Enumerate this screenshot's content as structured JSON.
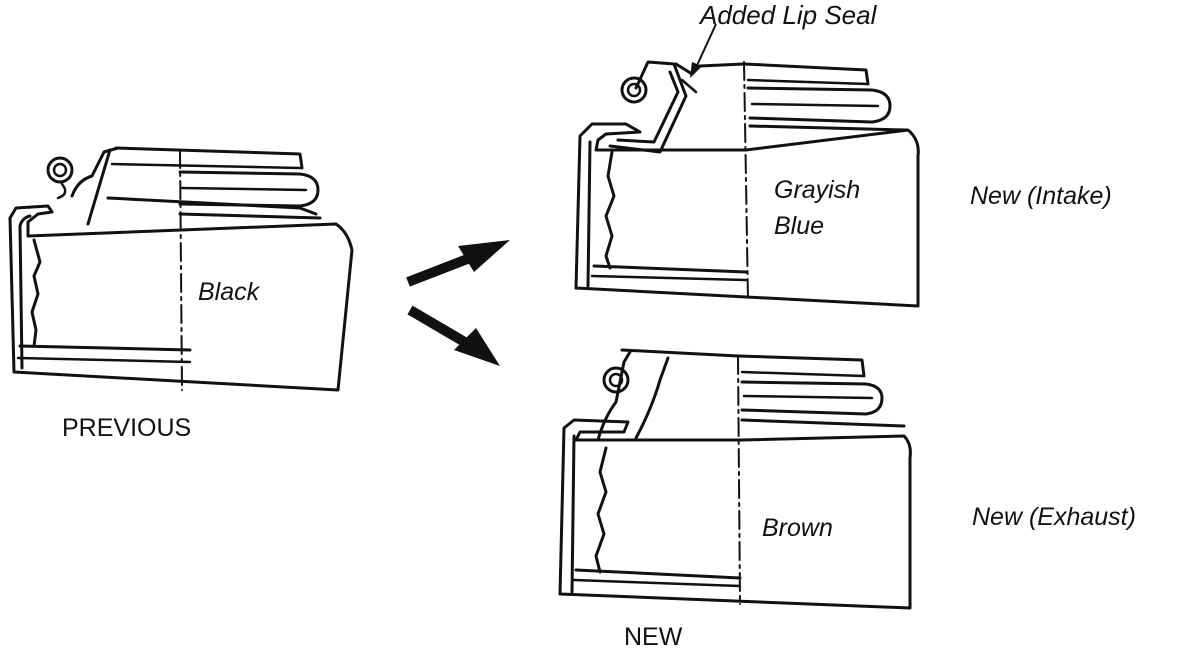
{
  "colors": {
    "ink": "#111111",
    "background": "#ffffff"
  },
  "previous": {
    "color_label": "Black",
    "caption": "PREVIOUS"
  },
  "new_intake": {
    "color_label_line1": "Grayish",
    "color_label_line2": "Blue",
    "side_label": "New (Intake)",
    "callout": "Added Lip Seal"
  },
  "new_exhaust": {
    "color_label": "Brown",
    "side_label": "New (Exhaust)"
  },
  "new_caption": "NEW"
}
